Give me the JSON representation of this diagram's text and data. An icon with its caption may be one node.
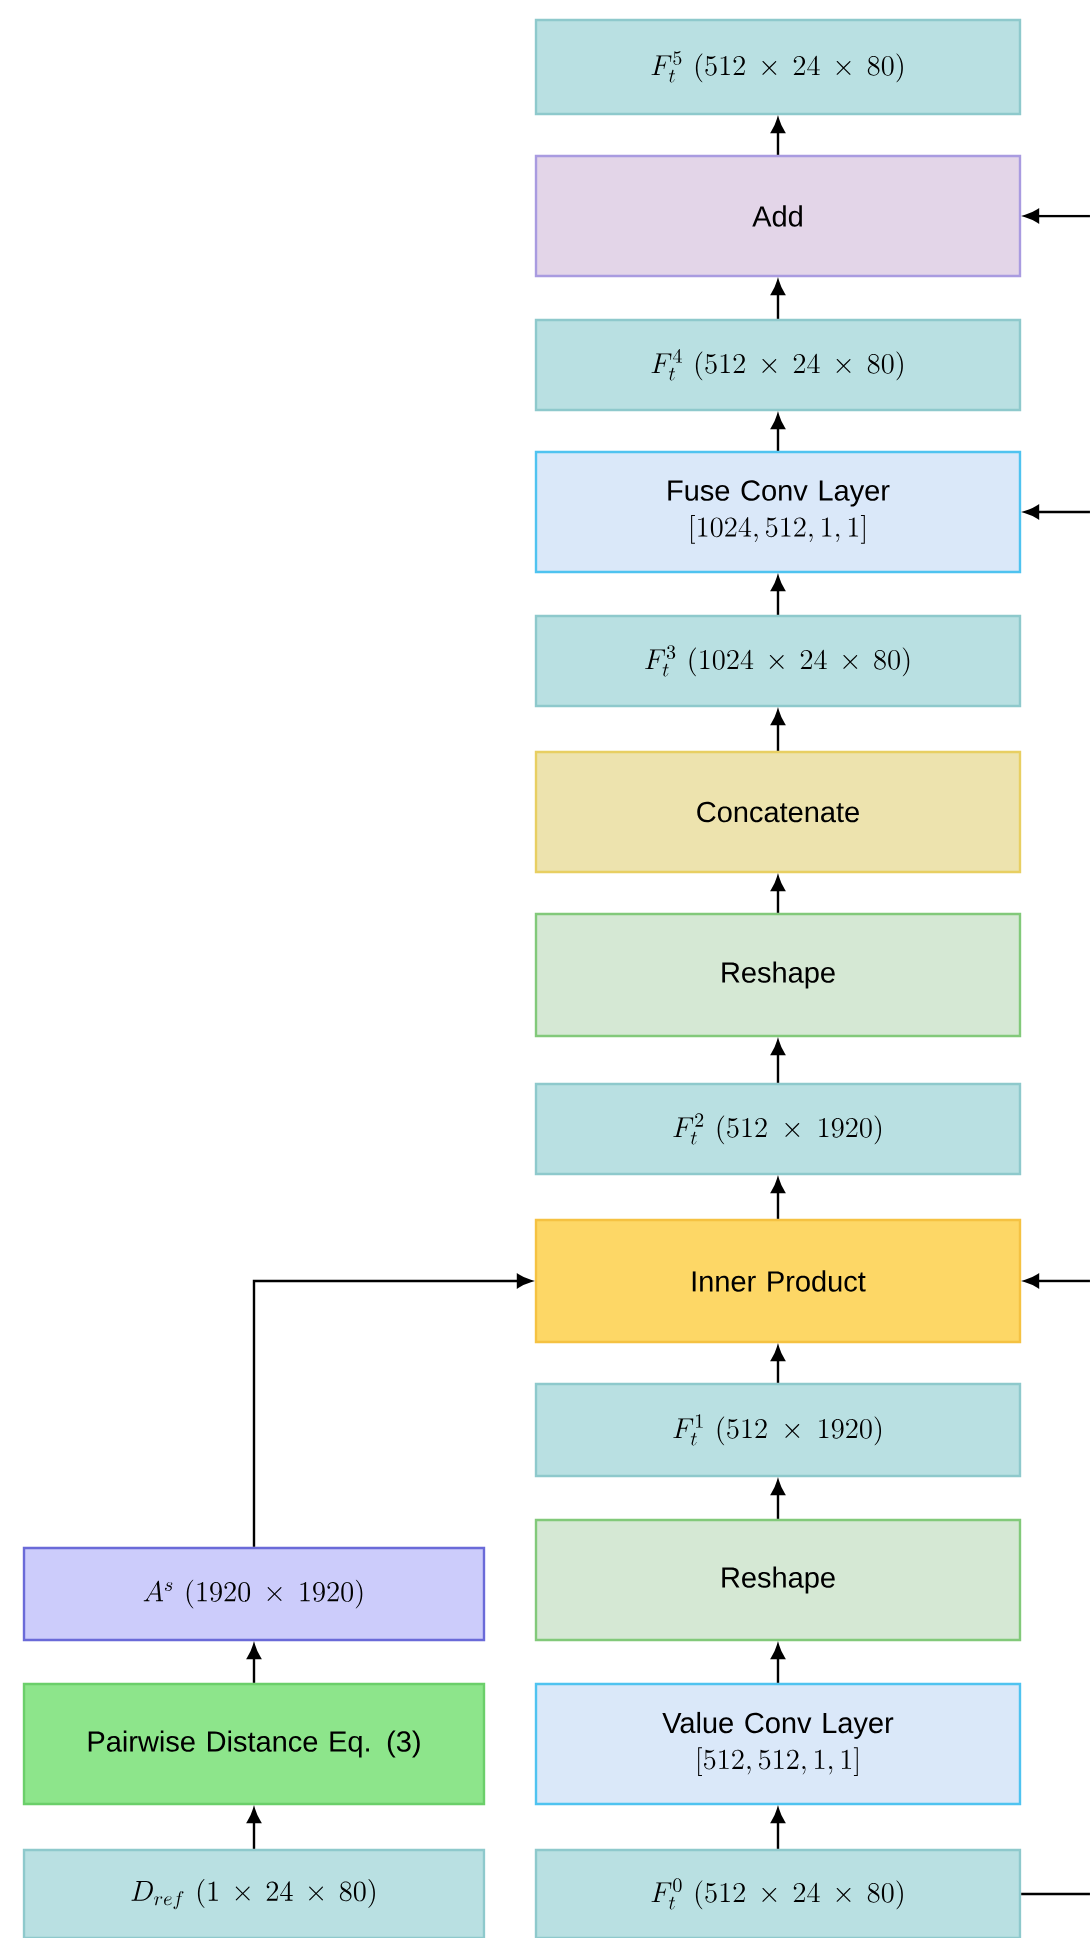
{
  "diagram": {
    "nodes": [
      {
        "text": [
          "F_t^{5}\\ (512 \\times 24 \\times 80)"
        ]
      },
      {
        "text": [
          "Add"
        ]
      },
      {
        "text": [
          "F_t^{4}\\ (512 \\times 24 \\times 80)"
        ]
      },
      {
        "text": [
          "Fuse Conv Layer",
          "[1024, 512, 1, 1]"
        ]
      },
      {
        "text": [
          "F_t^{3}\\ (1024 \\times 24 \\times 80)"
        ]
      },
      {
        "text": [
          "Concatenate"
        ]
      },
      {
        "text": [
          "Reshape"
        ]
      },
      {
        "text": [
          "F_t^{2}\\ (512 \\times 1920)"
        ]
      },
      {
        "text": [
          "Inner Product"
        ]
      },
      {
        "text": [
          "F_t^{1}\\ (512 \\times 1920)"
        ]
      },
      {
        "text": [
          "A^{s}\\ (1920 \\times 1920)"
        ]
      },
      {
        "text": [
          "Reshape"
        ]
      },
      {
        "text": [
          "Pairwise Distance Eq. (3)"
        ]
      },
      {
        "text": [
          "Value Conv Layer",
          "[512, 512, 1, 1]"
        ]
      },
      {
        "text": [
          "D_{ref}\\ (1 \\times 24 \\times 80)"
        ]
      },
      {
        "text": [
          "F_t^{0}\\ (512 \\times 24 \\times 80)"
        ]
      }
    ],
    "edges": [
      {
        "from": 1,
        "to": 0,
        "arrow": "to"
      },
      {
        "from": null,
        "to": 1,
        "arrow": "to"
      },
      {
        "from": 2,
        "to": 1,
        "arrow": "to"
      },
      {
        "from": 3,
        "to": 2,
        "arrow": "to"
      },
      {
        "from": null,
        "to": 3,
        "arrow": "to"
      },
      {
        "from": 4,
        "to": 3,
        "arrow": "to"
      },
      {
        "from": 5,
        "to": 4,
        "arrow": "to"
      },
      {
        "from": 6,
        "to": 5,
        "arrow": "to"
      },
      {
        "from": 7,
        "to": 6,
        "arrow": "to"
      },
      {
        "from": 8,
        "to": 7,
        "arrow": "to"
      },
      {
        "from": 10,
        "to": 8,
        "arrow": "to"
      },
      {
        "from": null,
        "to": 8,
        "arrow": "to"
      },
      {
        "from": 9,
        "to": 8,
        "arrow": "to"
      },
      {
        "from": 11,
        "to": 9,
        "arrow": "to"
      },
      {
        "from": 12,
        "to": 10,
        "arrow": "to"
      },
      {
        "from": 13,
        "to": 11,
        "arrow": "to"
      },
      {
        "from": 14,
        "to": 12,
        "arrow": "to"
      },
      {
        "from": 15,
        "to": 13,
        "arrow": "to"
      },
      {
        "from": 15,
        "to": null,
        "arrow": "none"
      }
    ]
  }
}
